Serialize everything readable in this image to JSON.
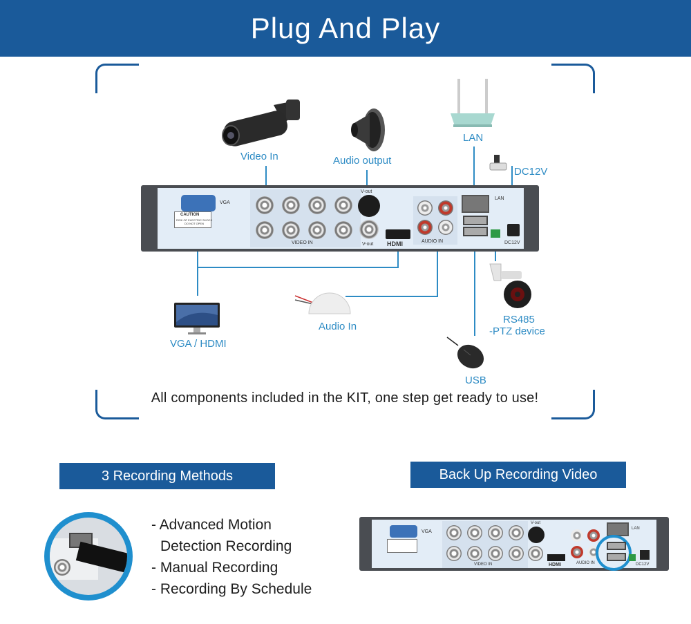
{
  "header": {
    "title": "Plug And Play"
  },
  "diagram": {
    "labels": {
      "video_in": "Video In",
      "audio_output": "Audio output",
      "lan": "LAN",
      "dc12v": "DC12V",
      "rs485_line1": "RS485",
      "rs485_line2": "-PTZ device",
      "vga_hdmi": "VGA / HDMI",
      "audio_in": "Audio In",
      "usb": "USB"
    },
    "dvr_panel_labels": {
      "vga": "VGA",
      "caution": "CAUTION",
      "caution_sub1": "RISK OF ELECTRIC SHOCK",
      "caution_sub2": "DO NOT OPEN",
      "video_in": "VIDEO IN",
      "vout_top": "V-out",
      "vout_bottom": "V-out",
      "hdmi": "HDMI",
      "audio_in": "AUDIO IN",
      "lan": "LAN",
      "dc12v": "DC12V"
    },
    "tagline": "All components included in the KIT, one step get ready to use!"
  },
  "recording": {
    "title": "3 Recording Methods",
    "methods": [
      "- Advanced Motion",
      "Detection Recording",
      "- Manual Recording",
      "- Recording By Schedule"
    ]
  },
  "backup": {
    "title": "Back Up Recording Video",
    "panel_labels": {
      "vga": "VGA",
      "video_in": "VIDEO IN",
      "hdmi": "HDMI",
      "audio_in": "AUDIO IN",
      "lan": "LAN",
      "dc12v": "DC12V",
      "vout": "V-out"
    }
  },
  "colors": {
    "brand": "#1a5a9a",
    "accent": "#2d8bc4",
    "text": "#1d1d1d"
  }
}
